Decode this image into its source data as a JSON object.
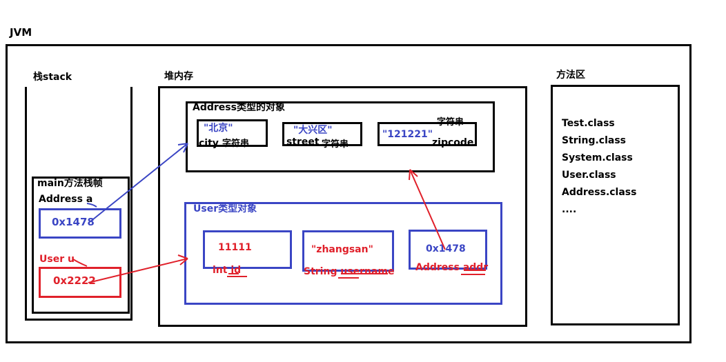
{
  "jvm": {
    "title": "JVM"
  },
  "stack": {
    "title": "栈stack",
    "frame_title": "main方法栈帧",
    "var_a_label": "Address a",
    "var_a_value": "0x1478",
    "var_u_label": "User u",
    "var_u_value": "0x2222"
  },
  "heap": {
    "title": "堆内存",
    "address_object": {
      "title": "Address类型的对象",
      "fields": [
        {
          "value": "\"北京\"",
          "name": "city",
          "type": "字符串"
        },
        {
          "value": "\"大兴区\"",
          "name": "street",
          "type": "字符串"
        },
        {
          "value": "\"121221\"",
          "name": "zipcode",
          "type": "字符串"
        }
      ]
    },
    "user_object": {
      "title": "User类型对象",
      "fields": [
        {
          "value": "11111",
          "decl": "int id"
        },
        {
          "value": "\"zhangsan\"",
          "decl": "String username"
        },
        {
          "value": "0x1478",
          "decl": "Address addr"
        }
      ]
    }
  },
  "method_area": {
    "title": "方法区",
    "classes": [
      "Test.class",
      "String.class",
      "System.class",
      "User.class",
      "Address.class",
      "...."
    ]
  },
  "colors": {
    "outline": "#000000",
    "blue": "#3a45c4",
    "red": "#e0202a"
  }
}
